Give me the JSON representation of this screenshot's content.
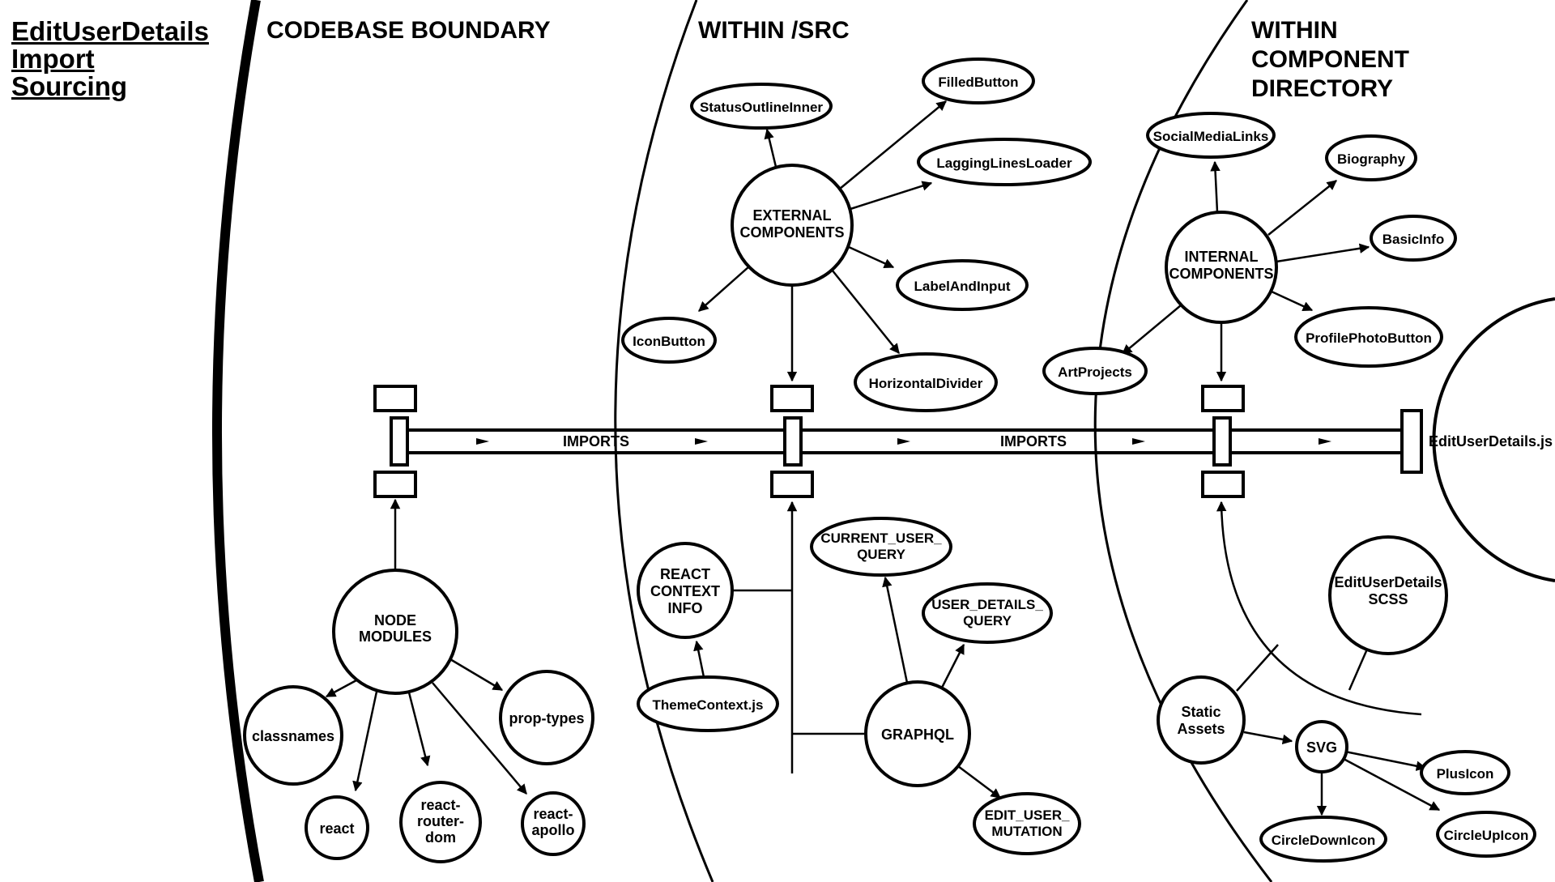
{
  "title": [
    "EditUserDetails",
    "Import",
    "Sourcing"
  ],
  "sections": {
    "codebase_boundary": "CODEBASE BOUNDARY",
    "within_src": "WITHIN /SRC",
    "within_component_dir": [
      "WITHIN",
      "COMPONENT",
      "DIRECTORY"
    ]
  },
  "pipeline": {
    "imports_label_1": "IMPORTS",
    "imports_label_2": "IMPORTS",
    "target": "EditUserDetails.js"
  },
  "hubs": {
    "node_modules": [
      "NODE",
      "MODULES"
    ],
    "external_components": [
      "EXTERNAL",
      "COMPONENTS"
    ],
    "internal_components": [
      "INTERNAL",
      "COMPONENTS"
    ],
    "react_context": [
      "REACT",
      "CONTEXT",
      "INFO"
    ],
    "graphql": [
      "GRAPHQL"
    ],
    "static_assets": [
      "Static",
      "Assets"
    ],
    "scss": [
      "EditUserDetails",
      "SCSS"
    ],
    "svg": [
      "SVG"
    ]
  },
  "node_modules_items": {
    "classnames": [
      "classnames"
    ],
    "react": [
      "react"
    ],
    "react_router_dom": [
      "react-",
      "router-",
      "dom"
    ],
    "react_apollo": [
      "react-",
      "apollo"
    ],
    "prop_types": [
      "prop-types"
    ]
  },
  "external_items": {
    "status_outline_inner": "StatusOutlineInner",
    "filled_button": "FilledButton",
    "lagging_lines_loader": "LaggingLinesLoader",
    "label_and_input": "LabelAndInput",
    "icon_button": "IconButton",
    "horizontal_divider": "HorizontalDivider"
  },
  "context_items": {
    "theme_context": "ThemeContext.js"
  },
  "graphql_items": {
    "current_user_query": [
      "CURRENT_USER_",
      "QUERY"
    ],
    "user_details_query": [
      "USER_DETAILS_",
      "QUERY"
    ],
    "edit_user_mutation": [
      "EDIT_USER_",
      "MUTATION"
    ]
  },
  "internal_items": {
    "social_media_links": "SocialMediaLinks",
    "biography": "Biography",
    "basic_info": "BasicInfo",
    "profile_photo_button": "ProfilePhotoButton",
    "art_projects": "ArtProjects"
  },
  "svg_items": {
    "plus_icon": "PlusIcon",
    "circle_down_icon": "CircleDownIcon",
    "circle_up_icon": "CircleUpIcon"
  }
}
